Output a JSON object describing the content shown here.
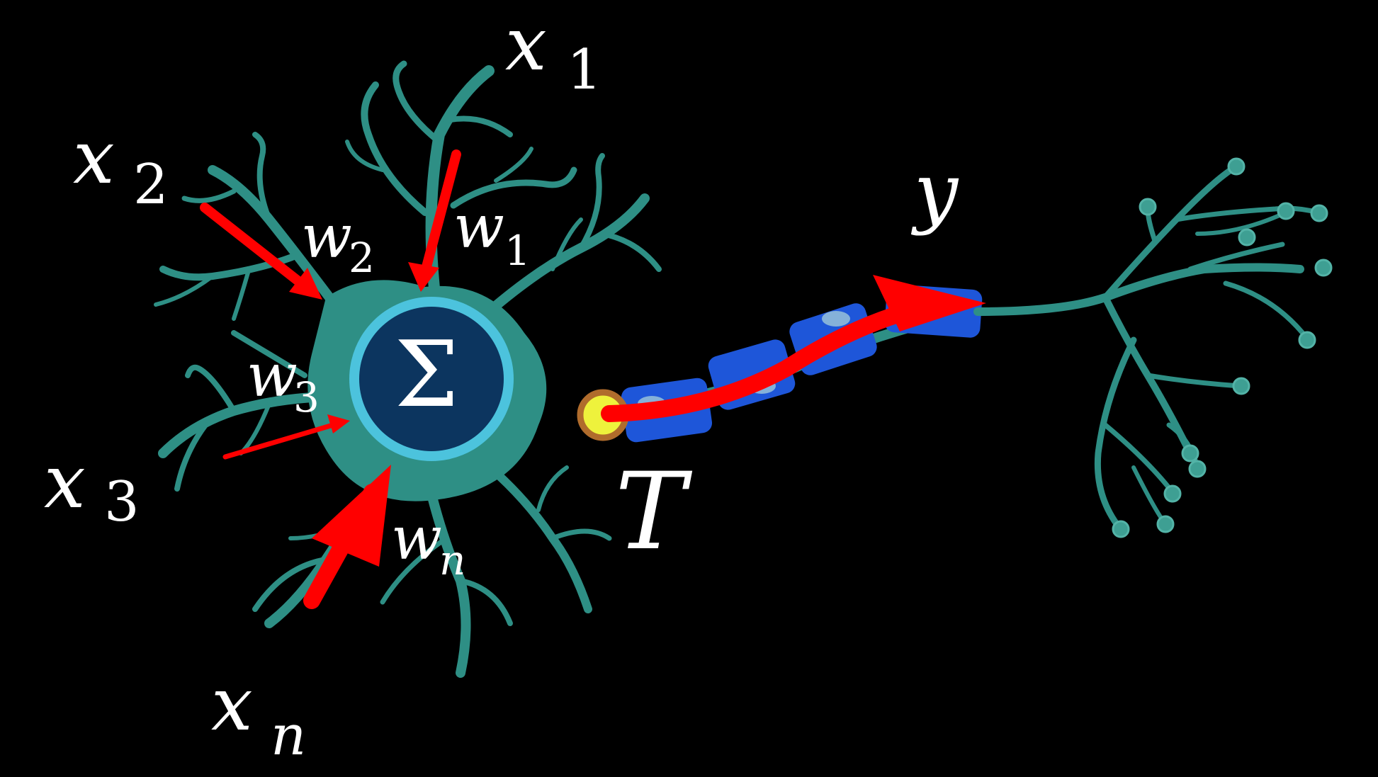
{
  "colors": {
    "background": "#000000",
    "dendrite": "#2e8f85",
    "dendrite_highlight": "#53b3a7",
    "soma_ring": "#4cc3dd",
    "soma_fill": "#0c355f",
    "axon_segment": "#1e56d9",
    "arrow": "#ff0000",
    "threshold_fill": "#eef23c",
    "threshold_ring": "#b06c2c",
    "text": "#ffffff"
  },
  "soma": {
    "symbol": "Σ",
    "icon": "summation-sigma"
  },
  "inputs": [
    {
      "x_base": "x",
      "x_sub": "1",
      "w_base": "w",
      "w_sub": "1"
    },
    {
      "x_base": "x",
      "x_sub": "2",
      "w_base": "w",
      "w_sub": "2"
    },
    {
      "x_base": "x",
      "x_sub": "3",
      "w_base": "w",
      "w_sub": "3"
    },
    {
      "x_base": "x",
      "x_sub": "n",
      "w_base": "w",
      "w_sub": "n"
    }
  ],
  "threshold": {
    "label": "T"
  },
  "output": {
    "label": "y"
  }
}
